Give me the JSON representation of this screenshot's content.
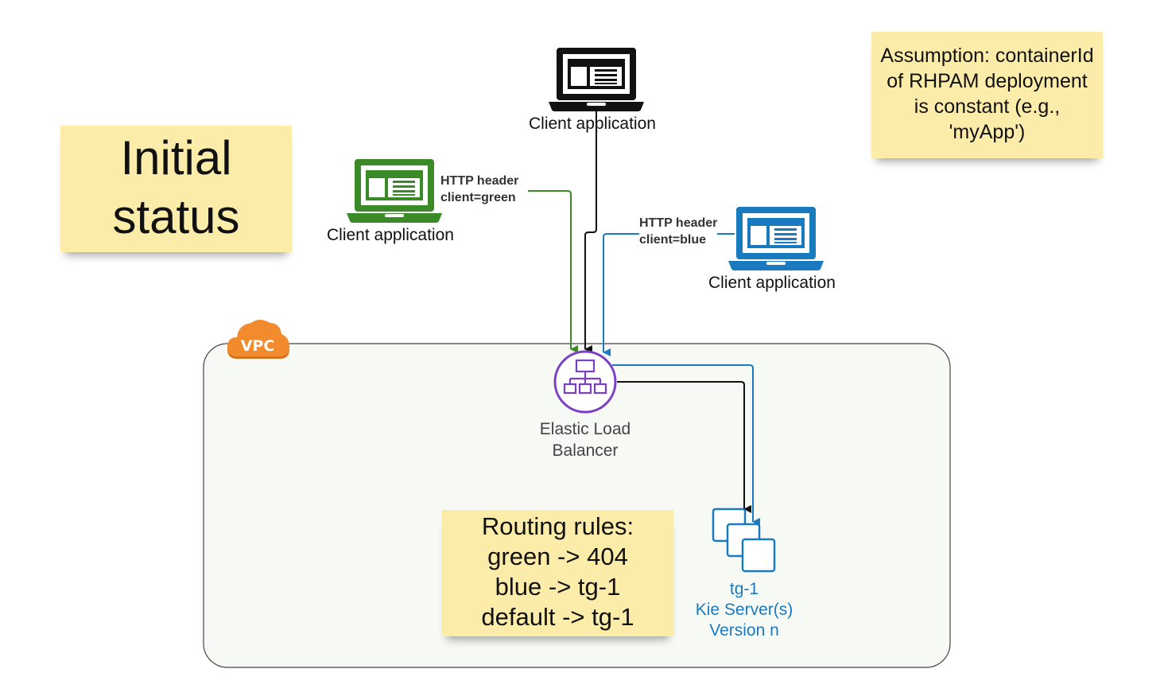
{
  "title_note": {
    "lines": [
      "Initial",
      "status"
    ]
  },
  "assumption_note": {
    "lines": [
      "Assumption: containerId",
      "of RHPAM deployment",
      "is constant (e.g.,",
      "'myApp')"
    ]
  },
  "routing_note": {
    "lines": [
      "Routing rules:",
      "green -> 404",
      "blue -> tg-1",
      "default -> tg-1"
    ]
  },
  "clients": {
    "top": {
      "label": "Client application"
    },
    "green": {
      "label": "Client application",
      "header_lines": [
        "HTTP header",
        "client=green"
      ]
    },
    "blue": {
      "label": "Client application",
      "header_lines": [
        "HTTP header",
        "client=blue"
      ]
    }
  },
  "vpc": {
    "badge": "VPC"
  },
  "load_balancer": {
    "lines": [
      "Elastic Load",
      "Balancer"
    ]
  },
  "target_group": {
    "lines": [
      "tg-1",
      "Kie Server(s)",
      "Version n"
    ]
  },
  "colors": {
    "green": "#3a8a27",
    "blue": "#1a7ac0",
    "black": "#111111",
    "elb_purple": "#7a3fc6",
    "vpc_orange": "#f28a2e",
    "note_yellow": "#fcecaa"
  }
}
